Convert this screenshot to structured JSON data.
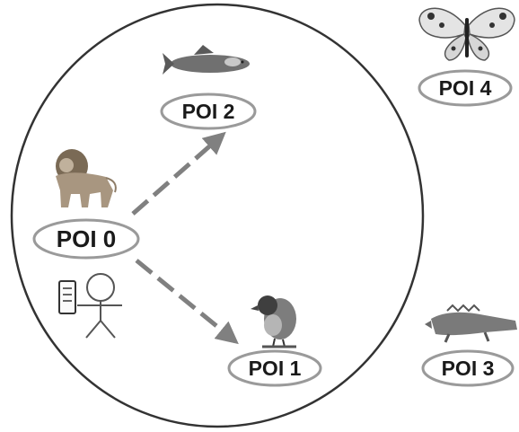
{
  "pois": [
    {
      "id": "poi-0",
      "label": "POI 0",
      "animal": "lion"
    },
    {
      "id": "poi-1",
      "label": "POI 1",
      "animal": "bird"
    },
    {
      "id": "poi-2",
      "label": "POI 2",
      "animal": "fish"
    },
    {
      "id": "poi-3",
      "label": "POI 3",
      "animal": "crocodile"
    },
    {
      "id": "poi-4",
      "label": "POI 4",
      "animal": "butterfly"
    }
  ],
  "colors": {
    "ellipse_stroke": "#333333",
    "arrow": "#808080",
    "label_stroke": "#9a9a9a",
    "text": "#1a1a1a"
  },
  "icons": [
    "lion-icon",
    "fish-icon",
    "bird-icon",
    "crocodile-icon",
    "butterfly-icon",
    "visitor-with-phone-icon"
  ]
}
